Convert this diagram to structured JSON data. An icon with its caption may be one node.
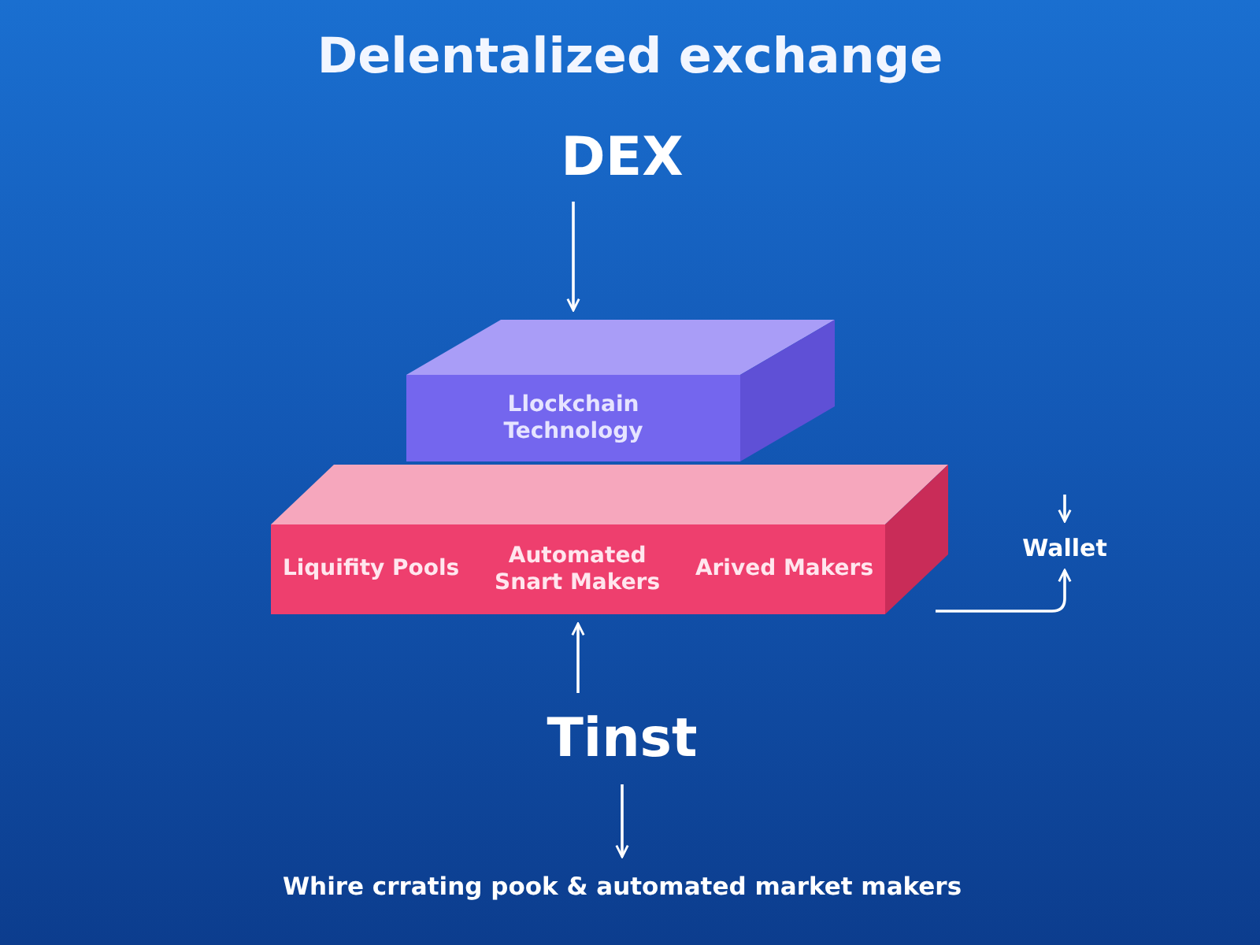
{
  "diagram": {
    "title": "Delentalized exchange",
    "nodes": [
      {
        "text": [
          "DEX"
        ]
      },
      {
        "text": [
          "Llockchain Technology"
        ]
      },
      {
        "text": [
          "Liquifity Pools",
          "Automated Snart Makers",
          "Arived Makers"
        ]
      },
      {
        "text": [
          "Wallet"
        ]
      },
      {
        "text": [
          "Tinst"
        ]
      },
      {
        "text": [
          "Whire crrating pook & automated market makers"
        ]
      }
    ],
    "edges": [
      {
        "from": 0,
        "to": 1,
        "arrow": "to"
      },
      {
        "from": 4,
        "to": 2,
        "arrow": "to"
      },
      {
        "from": 2,
        "to": 3,
        "arrow": "to"
      },
      {
        "from": null,
        "to": 3,
        "arrow": "to"
      },
      {
        "from": 4,
        "to": 5,
        "arrow": "to"
      }
    ]
  }
}
